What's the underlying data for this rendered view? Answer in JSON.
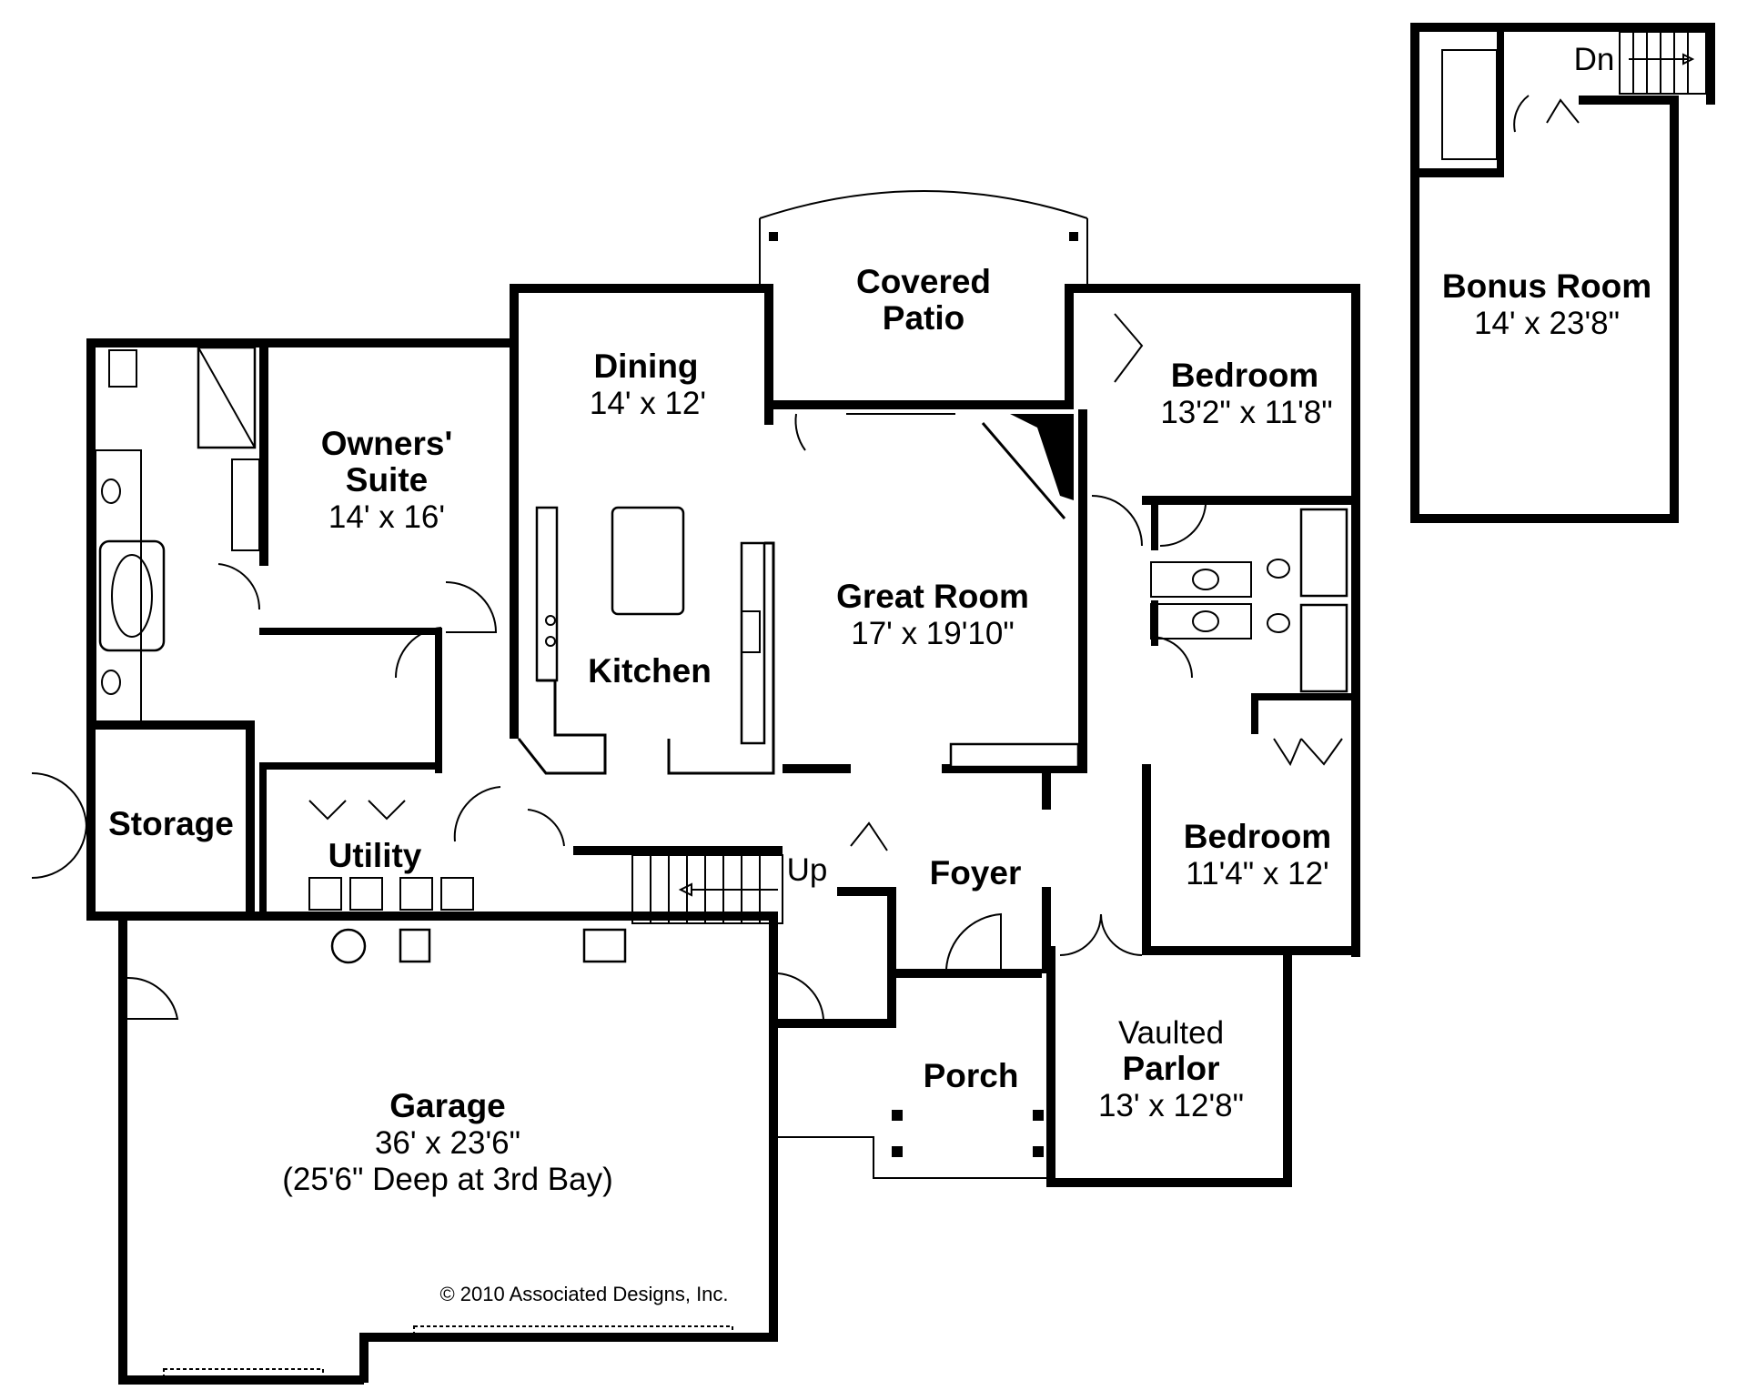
{
  "colors": {
    "ink": "#000000",
    "paper": "#ffffff"
  },
  "rooms": {
    "covered_patio": {
      "name_line1": "Covered",
      "name_line2": "Patio"
    },
    "dining": {
      "name": "Dining",
      "size": "14' x 12'"
    },
    "owners_suite": {
      "name_line1": "Owners'",
      "name_line2": "Suite",
      "size": "14' x 16'"
    },
    "bedroom_1": {
      "name": "Bedroom",
      "size": "13'2\" x 11'8\""
    },
    "bonus_room": {
      "name": "Bonus Room",
      "size": "14' x 23'8\""
    },
    "great_room": {
      "name": "Great Room",
      "size": "17' x 19'10\""
    },
    "kitchen": {
      "name": "Kitchen"
    },
    "storage": {
      "name": "Storage"
    },
    "utility": {
      "name": "Utility"
    },
    "foyer": {
      "name": "Foyer"
    },
    "bedroom_2": {
      "name": "Bedroom",
      "size": "11'4\" x 12'"
    },
    "porch": {
      "name": "Porch"
    },
    "vaulted_parlor": {
      "name_line1": "Vaulted",
      "name_line2": "Parlor",
      "size": "13' x 12'8\""
    },
    "garage": {
      "name": "Garage",
      "size": "36' x 23'6\"",
      "note": "(25'6\" Deep at 3rd Bay)"
    }
  },
  "stairs": {
    "up_label": "Up",
    "down_label": "Dn"
  },
  "copyright": "© 2010 Associated Designs, Inc."
}
